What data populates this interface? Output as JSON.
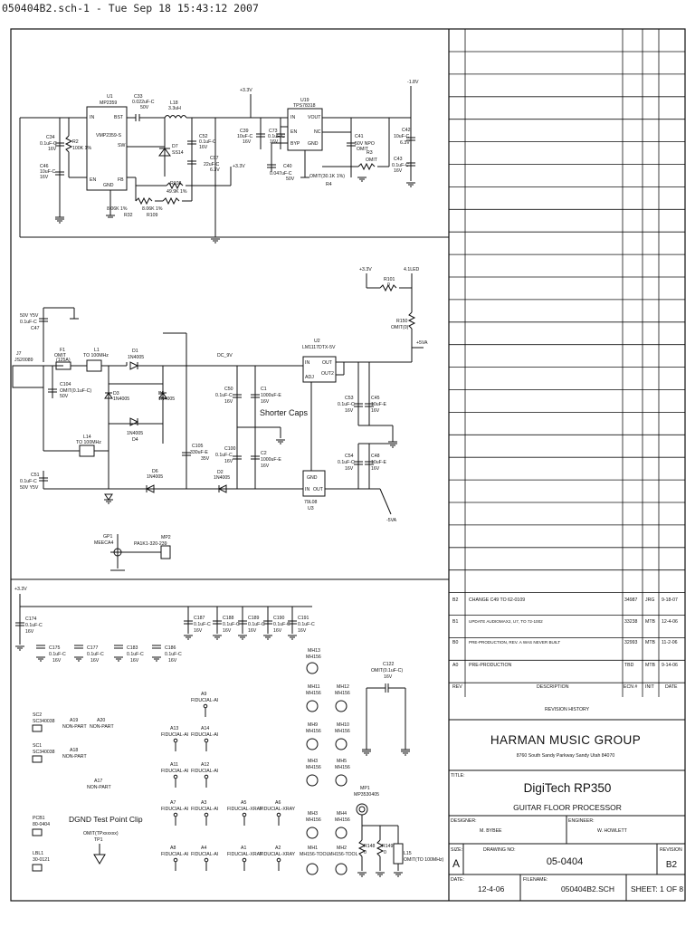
{
  "header": "050404B2.sch-1 - Tue Sep 18 15:43:12 2007",
  "rails": {
    "v33": "+3.3V",
    "v18": "-1.8V",
    "v5": "+5VA",
    "v5n": "-5VA",
    "led": "4.1LED"
  },
  "power": {
    "u1": {
      "ref": "U1",
      "part": "MP2359",
      "dcdc": "VMP2359-S",
      "pins": {
        "in": "IN",
        "bst": "BST",
        "sw": "SW",
        "en": "EN",
        "fb": "FB",
        "gnd": "GND"
      }
    },
    "c33": {
      "ref": "C33",
      "val": "0.022uF-C",
      "v": "50V"
    },
    "l18": {
      "ref": "L18",
      "val": "3.3uH"
    },
    "d7": {
      "ref": "D7",
      "val": "SS14"
    },
    "c52": {
      "ref": "C52",
      "val": "0.1uF-C",
      "v": "16V"
    },
    "c97": {
      "ref": "C97",
      "val": "22uF-C",
      "v": "6.3V"
    },
    "c34": {
      "ref": "C34",
      "val": "0.1uF-C",
      "v": "16V"
    },
    "r2": {
      "ref": "R2",
      "val": "100K 1%"
    },
    "c46": {
      "ref": "C46",
      "val": "10uF-C",
      "v": "16V"
    },
    "r108": {
      "ref": "R108",
      "val": "49.9K 1%"
    },
    "r32": {
      "ref": "R32",
      "val": "8.06K 1%"
    },
    "r109": {
      "ref": "R109",
      "val": "8.06K 1%"
    },
    "u19": {
      "ref": "U19",
      "part": "TPS78318",
      "pins": {
        "in": "IN",
        "out": "VOUT",
        "byp": "BYP",
        "en": "EN",
        "nc": "NC",
        "gnd": "GND"
      }
    },
    "c39": {
      "ref": "C39",
      "val": "10uF-C",
      "v": "16V"
    },
    "c73": {
      "ref": "C73",
      "val": "0.1uF-C",
      "v": "16V"
    },
    "c40": {
      "ref": "C40",
      "val": "0.047uF-C",
      "v": "50V"
    },
    "c41": {
      "ref": "C41",
      "val": "50V NPO",
      "v": "OMIT"
    },
    "r3": {
      "ref": "R3",
      "val": "OMIT"
    },
    "r4": {
      "ref": "R4",
      "val": "OMIT(30.1K 1%)"
    },
    "c42": {
      "ref": "C42",
      "val": "10uF-C",
      "v": "6.3V"
    },
    "c43": {
      "ref": "C43",
      "val": "0.1uF-C",
      "v": "16V"
    }
  },
  "supply": {
    "c47": {
      "ref": "C47",
      "val": "0.1uF-C",
      "v": "50V Y5V"
    },
    "j7": {
      "ref": "J7",
      "part": "JS20089"
    },
    "f1": {
      "ref": "F1",
      "val": "OMIT",
      "sub": "(125A)"
    },
    "l1": {
      "ref": "L1",
      "val": "TO 100MHz"
    },
    "c104": {
      "ref": "C104",
      "val": "OMIT(0.1uF-C)",
      "v": "50V"
    },
    "d1": {
      "ref": "D1",
      "val": "1N4005"
    },
    "d3": {
      "ref": "D3",
      "val": "1N4005"
    },
    "d5": {
      "ref": "D5",
      "val": "1N4005"
    },
    "d4": {
      "ref": "D4",
      "val": "1N4005"
    },
    "d6": {
      "ref": "D6",
      "val": "1N4005"
    },
    "d2": {
      "ref": "D2",
      "val": "1N4005"
    },
    "l14": {
      "ref": "L14",
      "val": "TO 100MHz"
    },
    "c51": {
      "ref": "C51",
      "val": "0.1uF-C",
      "v": "50V Y5V"
    },
    "c105": {
      "ref": "C105",
      "val": "330uF-E",
      "v": "35V"
    },
    "dc": "DC_9V",
    "c50": {
      "ref": "C50",
      "val": "0.1uF-C",
      "v": "16V"
    },
    "c1": {
      "ref": "C1",
      "val": "1000uF-E",
      "v": "16V"
    },
    "shorter": "Shorter Caps",
    "c100": {
      "ref": "C100",
      "val": "0.1uF-C",
      "v": "16V"
    },
    "c2": {
      "ref": "C2",
      "val": "1000uF-E",
      "v": "16V"
    },
    "u2": {
      "ref": "U2",
      "part": "LM1117DTX-5V",
      "pins": {
        "in": "IN",
        "out": "OUT",
        "adj": "ADJ",
        "outb": "OUT2"
      }
    },
    "u3": {
      "ref": "U3",
      "part": "79L08",
      "pins": {
        "gnd": "GND",
        "in": "IN",
        "out": "OUT"
      }
    },
    "c53": {
      "ref": "C53",
      "val": "0.1uF-C",
      "v": "16V"
    },
    "c45": {
      "ref": "C45",
      "val": "10uF-E",
      "v": "16V"
    },
    "c54": {
      "ref": "C54",
      "val": "0.1uF-C",
      "v": "16V"
    },
    "c48": {
      "ref": "C48",
      "val": "10uF-E",
      "v": "16V"
    },
    "r101": {
      "ref": "R101",
      "val": "0"
    },
    "r150": {
      "ref": "R150",
      "val": "OMIT(0)"
    },
    "gp1": {
      "ref": "GP1",
      "part": "MEECA4"
    },
    "mp2": {
      "ref": "MP2",
      "part": "PA1K1-320-239"
    }
  },
  "bypass": {
    "c174": {
      "ref": "C174",
      "val": "0.1uF-C",
      "v": "16V"
    },
    "c175": {
      "ref": "C175",
      "val": "0.1uF-C",
      "v": "16V"
    },
    "c177": {
      "ref": "C177",
      "val": "0.1uF-C",
      "v": "16V"
    },
    "c183": {
      "ref": "C183",
      "val": "0.1uF-C",
      "v": "16V"
    },
    "c186": {
      "ref": "C186",
      "val": "0.1uF-C",
      "v": "16V"
    },
    "c187": {
      "ref": "C187",
      "val": "0.1uF-C",
      "v": "16V"
    },
    "c188": {
      "ref": "C188",
      "val": "0.1uF-C",
      "v": "16V"
    },
    "c189": {
      "ref": "C189",
      "val": "0.1uF-C",
      "v": "16V"
    },
    "c190": {
      "ref": "C190",
      "val": "0.1uF-C",
      "v": "16V"
    },
    "c191": {
      "ref": "C191",
      "val": "0.1uF-C",
      "v": "16V"
    },
    "c122": {
      "ref": "C122",
      "val": "OMIT(0.1uF-C)",
      "v": "16V"
    }
  },
  "misc": {
    "sc2": {
      "ref": "SC2",
      "part": "SC340038"
    },
    "sc1": {
      "ref": "SC1",
      "part": "SC340038"
    },
    "a19": {
      "ref": "A19",
      "part": "NON-PART"
    },
    "a20": {
      "ref": "A20",
      "part": "NON-PART"
    },
    "a18": {
      "ref": "A18",
      "part": "NON-PART"
    },
    "a17": {
      "ref": "A17",
      "part": "NON-PART"
    },
    "pcb1": {
      "ref": "PCB1",
      "part": "80-0404"
    },
    "lbl1": {
      "ref": "LBL1",
      "part": "30-0121"
    },
    "dgnd": "DGND Test Point Clip",
    "tp": {
      "ref": "TP1",
      "part": "OMIT(TPxxxxxx)"
    },
    "fid": [
      {
        "ref": "A9",
        "part": "FIDUCIAL-AI"
      },
      {
        "ref": "A13",
        "part": "FIDUCIAL-AI"
      },
      {
        "ref": "A14",
        "part": "FIDUCIAL-AI"
      },
      {
        "ref": "A11",
        "part": "FIDUCIAL-AI"
      },
      {
        "ref": "A12",
        "part": "FIDUCIAL-AI"
      },
      {
        "ref": "A7",
        "part": "FIDUCIAL-AI"
      },
      {
        "ref": "A3",
        "part": "FIDUCIAL-AI"
      },
      {
        "ref": "A5",
        "part": "FIDUCIAL-XRAY"
      },
      {
        "ref": "A6",
        "part": "FIDUCIAL-XRAY"
      },
      {
        "ref": "A8",
        "part": "FIDUCIAL-AI"
      },
      {
        "ref": "A4",
        "part": "FIDUCIAL-AI"
      },
      {
        "ref": "A1",
        "part": "FIDUCIAL-XRAY"
      },
      {
        "ref": "A2",
        "part": "FIDUCIAL-XRAY"
      }
    ],
    "mh": [
      {
        "ref": "MH13",
        "part": "MH156"
      },
      {
        "ref": "MH11",
        "part": "MH156"
      },
      {
        "ref": "MH12",
        "part": "MH156"
      },
      {
        "ref": "MH9",
        "part": "MH156"
      },
      {
        "ref": "MH10",
        "part": "MH156"
      },
      {
        "ref": "MH3",
        "part": "MH156"
      },
      {
        "ref": "MH5",
        "part": "MH156"
      },
      {
        "ref": "MH3",
        "part": "MH156"
      },
      {
        "ref": "MH4",
        "part": "MH156"
      },
      {
        "ref": "MH1",
        "part": "MH156-TOOL"
      },
      {
        "ref": "MH2",
        "part": "MH156-TOOL"
      }
    ],
    "mp1": {
      "ref": "MP1",
      "part": "MP3530405"
    },
    "r148": {
      "ref": "R148",
      "val": "0"
    },
    "r149": {
      "ref": "R149",
      "val": "0"
    },
    "l15": {
      "ref": "L15",
      "val": "OMIT(TO 100MHz)"
    }
  },
  "revisions": {
    "rows": [
      {
        "rev": "B2",
        "desc": "CHANGE C49 TO 62-0109",
        "ecn": "34987",
        "by": "JRG",
        "date": "9-18-07"
      },
      {
        "rev": "B1",
        "desc": "UPDATE AUDIOMAX2, U7, TO 72-1002",
        "ecn": "33238",
        "by": "MTB",
        "date": "12-4-06"
      },
      {
        "rev": "B0",
        "desc": "PRE-PRODUCTION, REV. A WAS NEVER BUILT",
        "ecn": "32993",
        "by": "MTB",
        "date": "11-2-06"
      },
      {
        "rev": "A0",
        "desc": "PRE-PRODUCTION",
        "ecn": "TBD",
        "by": "MTB",
        "date": "9-14-06"
      }
    ],
    "head": {
      "rev": "REV",
      "desc": "DESCRIPTION",
      "ecn": "ECN #",
      "init": "INIT",
      "date": "DATE"
    },
    "title": "REVISION HISTORY"
  },
  "titleblock": {
    "company": "HARMAN MUSIC GROUP",
    "address": "8760 South Sandy Parkway  Sandy  Utah  84070",
    "title_label": "TITLE:",
    "product": "DigiTech RP350",
    "subtitle": "GUITAR FLOOR PROCESSOR",
    "designer_label": "DESIGNER:",
    "designer": "M. BYBEE",
    "engineer_label": "ENGINEER:",
    "engineer": "W. HOWLETT",
    "size_label": "SIZE:",
    "size": "A",
    "drawing_label": "DRAWING NO:",
    "drawing": "05-0404",
    "revision_label": "REVISION",
    "revision": "B2",
    "date_label": "DATE:",
    "date": "12-4-06",
    "filename_label": "FILENAME:",
    "filename": "050404B2.SCH",
    "sheet": "SHEET: 1 OF 8"
  }
}
